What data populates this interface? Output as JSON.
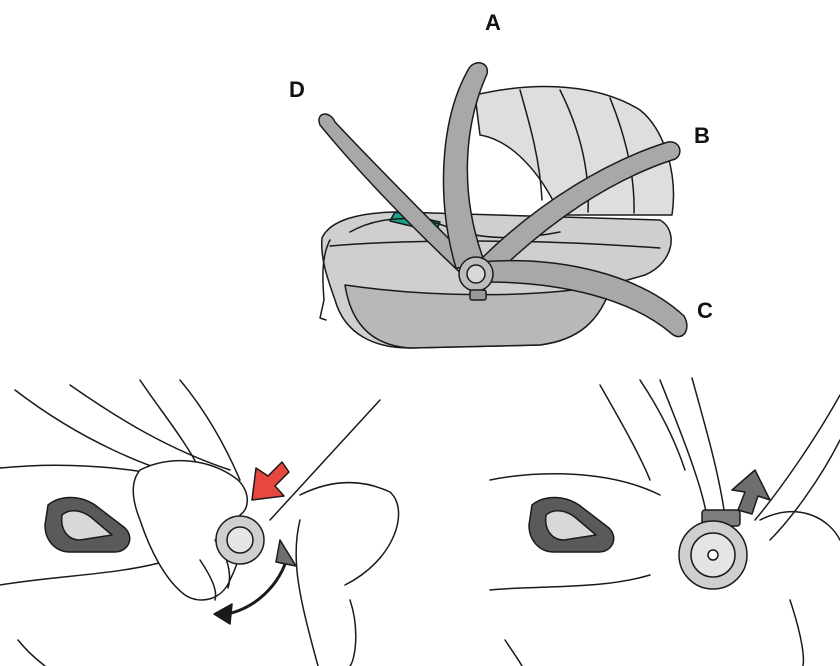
{
  "labels": {
    "a": "A",
    "b": "B",
    "c": "C",
    "d": "D"
  },
  "colors": {
    "outline": "#1a1a1a",
    "shell": "#cfcfcf",
    "shell_dark": "#9a9a9a",
    "handle": "#a8a8a8",
    "canopy": "#dedede",
    "accent_teal": "#1aa38a",
    "press_arrow": "#e8473f",
    "dark_arrow": "#6e6e6e"
  }
}
